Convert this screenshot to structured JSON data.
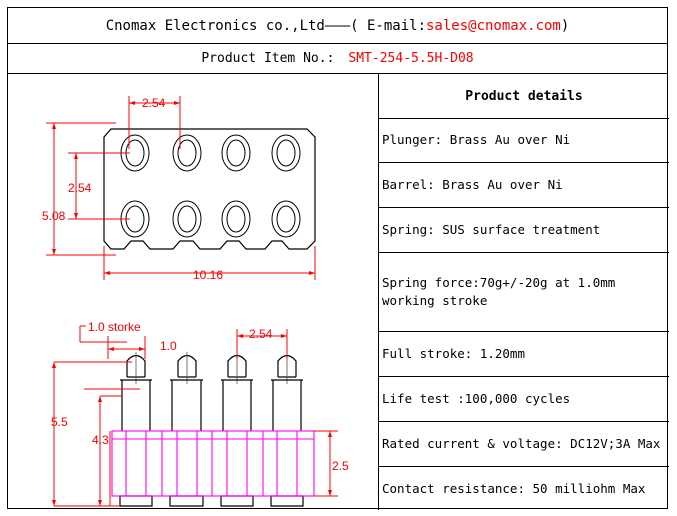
{
  "header": {
    "company": "Cnomax Electronics co.,Ltd———( E-mail: ",
    "email": "sales@cnomax.com",
    "close": ")"
  },
  "product_item": {
    "label": "Product Item No.:",
    "code": "SMT-254-5.5H-D08"
  },
  "drawing": {
    "top_view": {
      "pitch_x": "2.54",
      "pitch_y": "2.54",
      "height": "5.08",
      "width": "10.16"
    },
    "side_view": {
      "stroke_label": "1.0 storke",
      "tip_dim": "1.0",
      "pitch": "2.54",
      "total_height": "5.5",
      "barrel_height": "4.3",
      "base_height": "2.5"
    },
    "colors": {
      "line": "#000000",
      "dimension": "#ff0000",
      "base": "#ff00ff"
    }
  },
  "details": {
    "title": "Product details",
    "rows": [
      "Plunger: Brass Au over Ni",
      "Barrel: Brass Au over Ni",
      "Spring: SUS surface treatment",
      "Spring force:70g+/-20g at 1.0mm working stroke",
      "Full stroke: 1.20mm",
      "Life test :100,000 cycles",
      "Rated current & voltage: DC12V;3A Max",
      "Contact resistance: 50 milliohm Max"
    ]
  }
}
